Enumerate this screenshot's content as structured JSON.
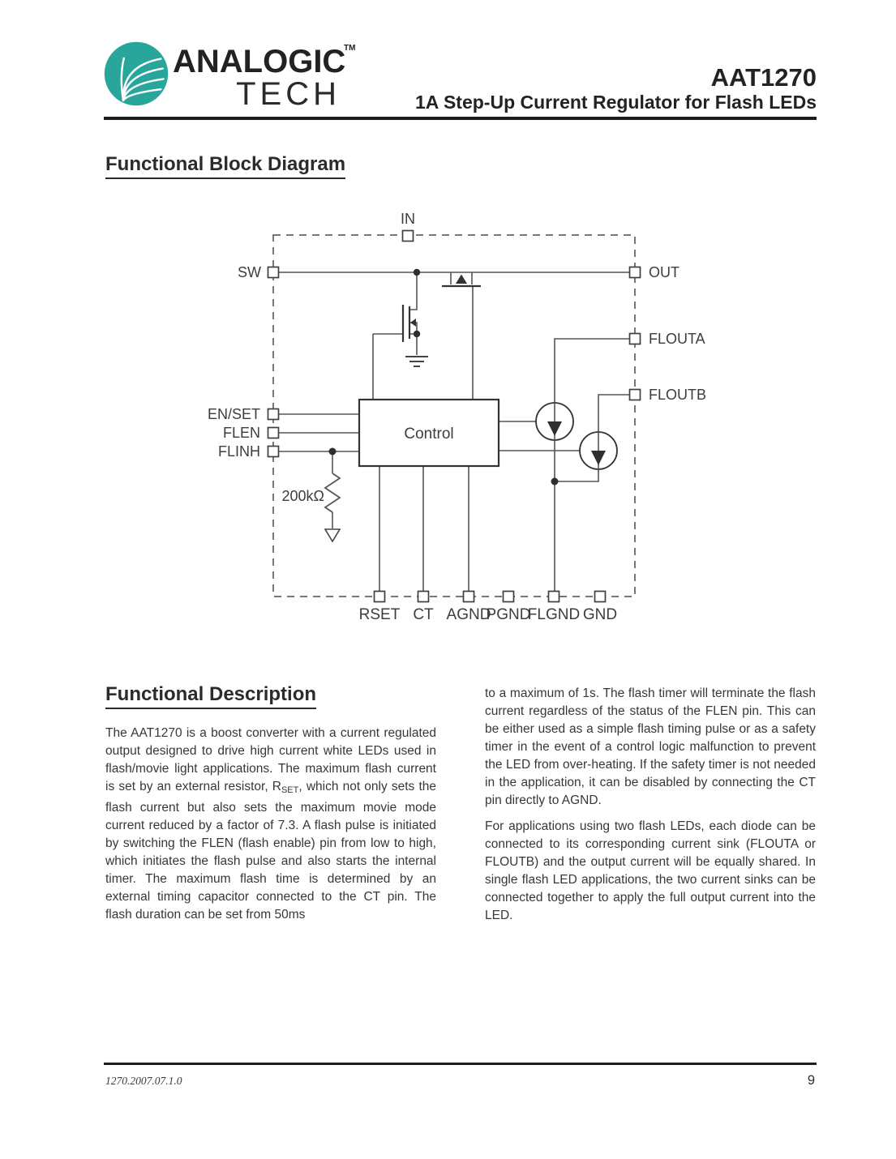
{
  "header": {
    "brand_top": "ANALOGIC",
    "brand_bottom": "TECH",
    "trademark": "TM",
    "part_number": "AAT1270",
    "tagline": "1A Step-Up Current Regulator for Flash LEDs"
  },
  "diagram": {
    "heading": "Functional Block Diagram",
    "control_label": "Control",
    "resistor_value": "200kΩ",
    "pins": {
      "in": "IN",
      "sw": "SW",
      "out": "OUT",
      "flouta": "FLOUTA",
      "floutb": "FLOUTB",
      "en_set": "EN/SET",
      "flen": "FLEN",
      "flinh": "FLINH",
      "rset": "RSET",
      "ct": "CT",
      "agnd": "AGND",
      "pgnd": "PGND",
      "flgnd": "FLGND",
      "gnd": "GND"
    }
  },
  "description": {
    "heading": "Functional Description",
    "left": {
      "p1_before_sub": "The AAT1270 is a boost converter with a current regulated output designed to drive high current white LEDs used in flash/movie light applications. The maximum flash current is set by an external resistor, R",
      "p1_sub": "SET",
      "p1_after_sub": ", which not only sets the flash current but also sets the maximum movie mode current reduced by a factor of 7.3. A flash pulse is initiated by switching the FLEN (flash enable) pin from low to high, which initiates the flash pulse and also starts the internal timer. The maximum flash time is determined by an external timing capacitor connected to the CT pin. The flash duration can be set from 50ms"
    },
    "right": {
      "p1": "to a maximum of 1s. The flash timer will terminate the flash current regardless of the status of the FLEN pin. This can be either used as a simple flash timing pulse or as a safety timer in the event of a control logic malfunction to prevent the LED from over-heating. If the safety timer is not needed in the application, it can be disabled by connecting the CT pin directly to AGND.",
      "p2": "For applications using two flash LEDs, each diode can be connected to its corresponding current sink (FLOUTA or FLOUTB) and the output current will be equally shared. In single flash LED applications, the two current sinks can be connected together to apply the full output current into the LED."
    }
  },
  "footer": {
    "doc_code": "1270.2007.07.1.0",
    "page_number": "9"
  },
  "colors": {
    "brand_teal": "#29A69B",
    "line": "#4f4f4f",
    "text": "#373737"
  }
}
